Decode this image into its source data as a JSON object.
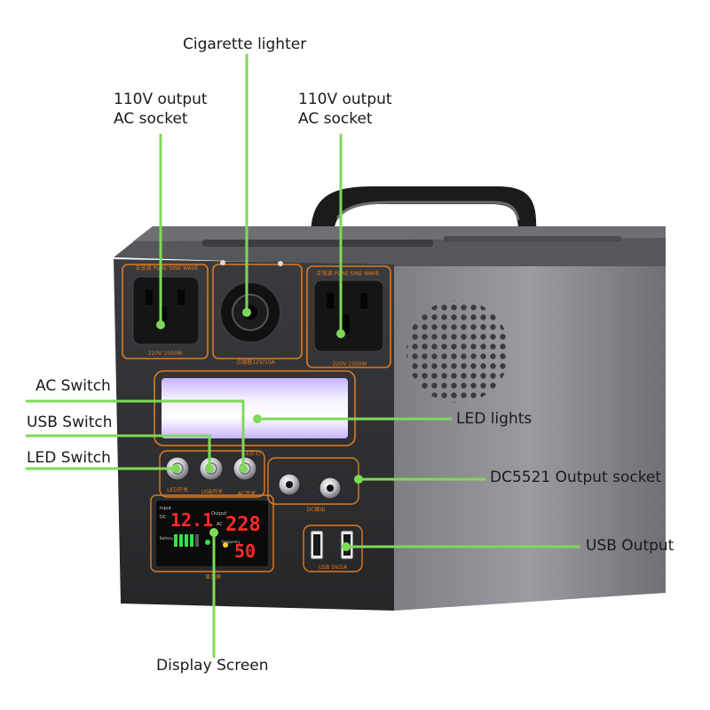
{
  "labels": {
    "cigarette_lighter": "Cigarette lighter",
    "ac_socket_left_line1": "110V output",
    "ac_socket_left_line2": "AC socket",
    "ac_socket_right_line1": "110V output",
    "ac_socket_right_line2": "AC socket",
    "ac_switch": "AC Switch",
    "usb_switch": "USB Switch",
    "led_switch": "LED Switch",
    "led_lights": "LED lights",
    "dc5521": "DC5521 Output socket",
    "usb_output": "USB Output",
    "display_screen": "Display Screen"
  },
  "device": {
    "socket_header_left": "正弦波 PURE SINE WAVE",
    "socket_header_right": "正弦波 PURE SINE WAVE",
    "socket_rating_left": "220V 1500W",
    "socket_rating_right": "220V 1500W",
    "lighter_rating": "点烟器12V/10A",
    "led_badge": "LED 灯",
    "switch_led": "LED开关",
    "switch_usb": "USB开关",
    "switch_ac": "AC开关",
    "dc_label": "DC输出",
    "usb_rating": "USB 5V/2A",
    "display_input": "Input",
    "display_dc": "DC",
    "display_output": "Output",
    "display_ac": "AC",
    "display_value_input": "12.1",
    "display_value_output": "228",
    "display_value_freq": "50",
    "display_battery": "Battery",
    "display_frequency": "Frequency",
    "display_caption": "显示屏"
  },
  "colors": {
    "leader": "#7ed957",
    "accent": "#e07a1f",
    "panel": "#2b2b2e",
    "led_red": "#ff2a2a",
    "led_green": "#36e04a"
  }
}
